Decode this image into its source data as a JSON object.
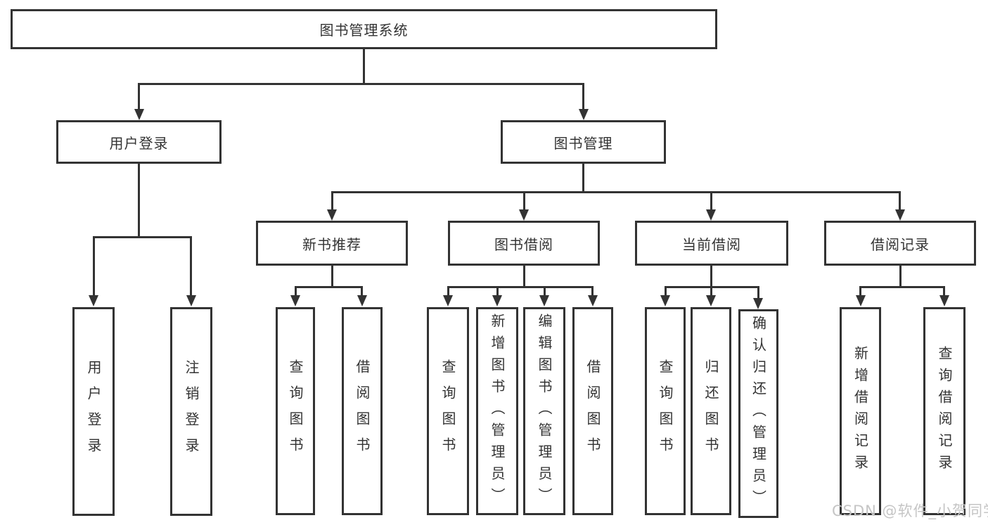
{
  "diagram": {
    "type": "hierarchy-tree",
    "watermark": "CSDN @软件_小贺同学",
    "colors": {
      "line": "#333333",
      "text": "#333333",
      "box_background": "#ffffff",
      "watermark": "#c5c5c5"
    },
    "tree": {
      "label": "图书管理系统",
      "children": [
        {
          "label": "用户登录",
          "children": [
            {
              "label": "用户登录"
            },
            {
              "label": "注销登录"
            }
          ]
        },
        {
          "label": "图书管理",
          "children": [
            {
              "label": "新书推荐",
              "children": [
                {
                  "label": "查询图书"
                },
                {
                  "label": "借阅图书"
                }
              ]
            },
            {
              "label": "图书借阅",
              "children": [
                {
                  "label": "查询图书"
                },
                {
                  "label": "新增图书（管理员）"
                },
                {
                  "label": "编辑图书（管理员）"
                },
                {
                  "label": "借阅图书"
                }
              ]
            },
            {
              "label": "当前借阅",
              "children": [
                {
                  "label": "查询图书"
                },
                {
                  "label": "归还图书"
                },
                {
                  "label": "确认归还（管理员）"
                }
              ]
            },
            {
              "label": "借阅记录",
              "children": [
                {
                  "label": "新增借阅记录"
                },
                {
                  "label": "查询借阅记录"
                }
              ]
            }
          ]
        }
      ]
    }
  }
}
